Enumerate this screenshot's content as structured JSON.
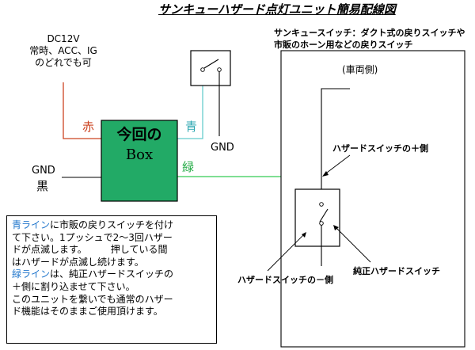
{
  "diagram": {
    "title": "サンキューハザード点灯ユニット簡易配線図",
    "power_source": {
      "lines": [
        "DC12V",
        "常時、ACC、IG",
        "のどれでも可"
      ]
    },
    "switch_note": {
      "lines": [
        "サンキュースイッチ：ダクト式の戻りスイッチや",
        "市販のホーン用などの戻りスイッチ"
      ]
    },
    "gnd_top": "GND",
    "wire_red": "赤",
    "wire_blue": "青",
    "wire_green": "緑",
    "box": {
      "line1": "今回の",
      "line2": "Box"
    },
    "gnd_left": "GND",
    "wire_black": "黒",
    "vehicle_side": "(車両側)",
    "hazard_plus": "ハザードスイッチの＋側",
    "hazard_minus": "ハザードスイッチの－側",
    "oem_switch": "純正ハザードスイッチ",
    "colors": {
      "red": "#cc4422",
      "blue": "#66cccc",
      "green": "#33cc55",
      "box_fill": "#22aa66"
    },
    "note": {
      "line1_highlight": "青ライン",
      "line1_rest": "に市販の戻りスイッチを付け",
      "line2": "て下さい。1プッシュで2～3回ハザー",
      "line3": "ドが点滅します。　　　押している間",
      "line4": "はハザードが点滅し続けます。",
      "line5_highlight": "緑ライン",
      "line5_rest": "は、純正ハザードスイッチの",
      "line6": "＋側に割り込ませて下さい。",
      "line7": "このユニットを繋いでも通常のハザー",
      "line8": "ド機能はそのままご使用頂けます。"
    }
  }
}
